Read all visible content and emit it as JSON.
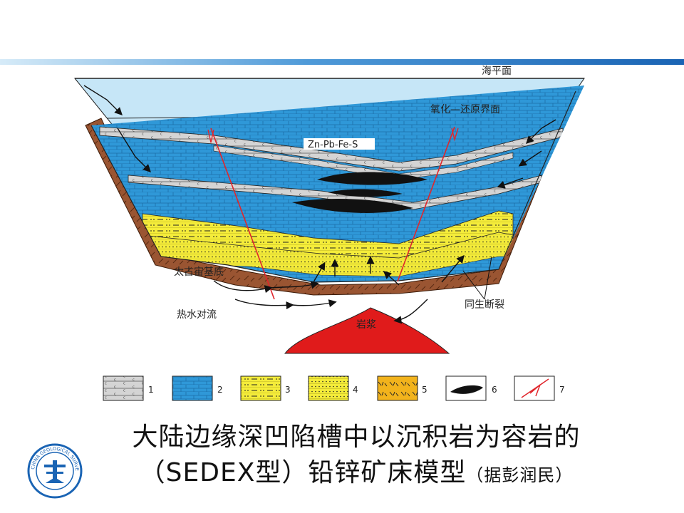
{
  "labels": {
    "sea_level": "海平面",
    "redox": "氧化—还原界面",
    "ore": "Zn-Pb-Fe-S",
    "basement": "太古宙基底",
    "convection": "热水对流",
    "magma": "岩浆",
    "fault": "同生断裂"
  },
  "legend": [
    {
      "num": "1",
      "pattern": "limestone-c"
    },
    {
      "num": "2",
      "pattern": "dolomite-blue"
    },
    {
      "num": "3",
      "pattern": "sandstone-dash-yellow"
    },
    {
      "num": "4",
      "pattern": "siltstone-dot-yellow"
    },
    {
      "num": "5",
      "pattern": "tuff-orange"
    },
    {
      "num": "6",
      "pattern": "orebody-black"
    },
    {
      "num": "7",
      "pattern": "fault-red"
    }
  ],
  "title": {
    "line1": "大陆边缘深凹陷槽中以沉积岩为容岩的",
    "line2": "（SEDEX型）铅锌矿床模型",
    "citation": "（据彭润民）"
  },
  "logo": {
    "name": "china-geological-survey-logo",
    "text": "CHINA GEOLOGICAL SURVEY"
  },
  "colors": {
    "bar_left": "#cfe6f6",
    "bar_right": "#1f6fbf",
    "water": "#c6e6f7",
    "dolomite": "#2f98d8",
    "basement": "#9a5532",
    "sand": "#f4ec3a",
    "limestone": "#cfcfcf",
    "fault": "#e0262c",
    "magma": "#e01b1b",
    "tuff": "#f2b31c",
    "ore": "#111111"
  }
}
